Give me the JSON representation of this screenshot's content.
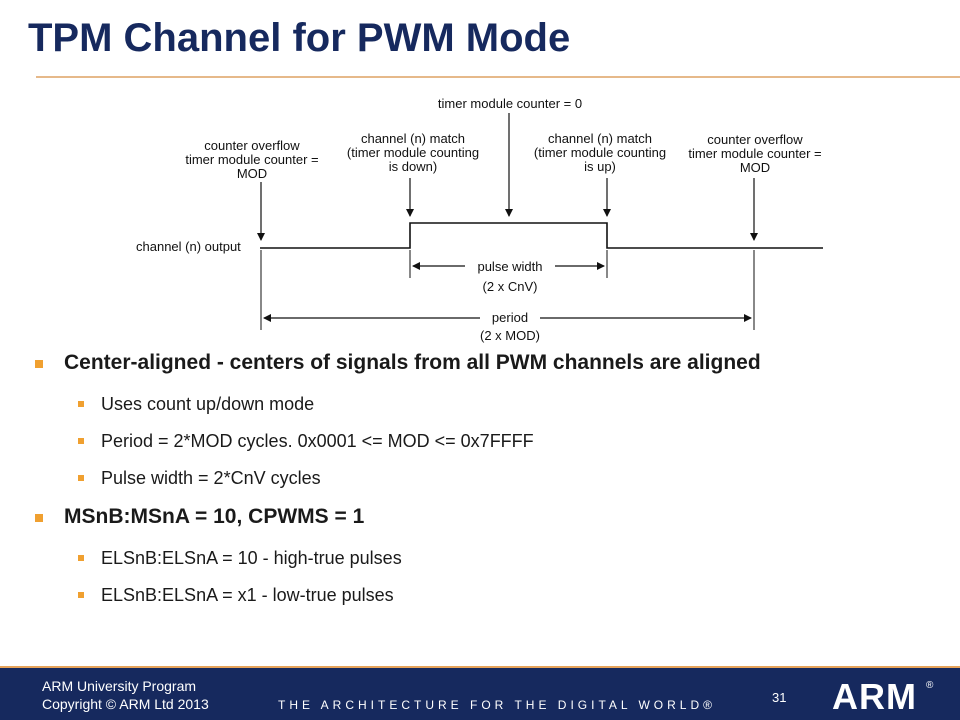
{
  "slide": {
    "title": "TPM Channel for PWM Mode"
  },
  "diagram": {
    "labels": {
      "top": "timer module counter = 0",
      "overflow_left": [
        "counter overflow",
        "timer module counter =",
        "MOD"
      ],
      "match_down": [
        "channel (n) match",
        "(timer module counting",
        "is down)"
      ],
      "match_up": [
        "channel (n) match",
        "(timer module counting",
        "is up)"
      ],
      "overflow_right": [
        "counter overflow",
        "timer module counter =",
        "MOD"
      ],
      "output": "channel (n) output",
      "pulse_width": [
        "pulse width",
        "(2 x CnV)"
      ],
      "period": [
        "period",
        "(2 x MOD)"
      ]
    },
    "colors": {
      "line": "#111111"
    }
  },
  "bullets": [
    {
      "text": "Center-aligned - centers of signals from all PWM channels are aligned",
      "sub": [
        "Uses count up/down mode",
        "Period = 2*MOD cycles. 0x0001 <= MOD <= 0x7FFFF",
        "Pulse width = 2*CnV cycles"
      ]
    },
    {
      "text": "MSnB:MSnA = 10, CPWMS = 1",
      "sub": [
        "ELSnB:ELSnA = 10 - high-true pulses",
        "ELSnB:ELSnA = x1 - low-true pulses"
      ]
    }
  ],
  "footer": {
    "org": "ARM University Program",
    "copyright": "Copyright © ARM Ltd 2013",
    "tagline": "THE ARCHITECTURE FOR THE DIGITAL WORLD®",
    "page_number": "31",
    "logo": "ARM",
    "logo_mark": "®"
  },
  "colors": {
    "title": "#16295e",
    "footer_bg": "#16295e",
    "bullet_marker": "#f0a030",
    "rule": "#e6b98a"
  }
}
